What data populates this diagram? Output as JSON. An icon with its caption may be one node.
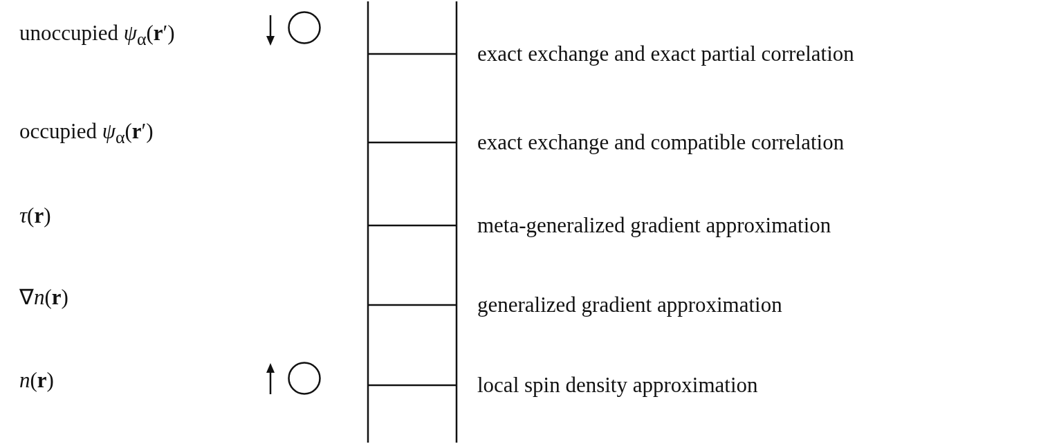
{
  "diagram": {
    "nodes": [
      {
        "text": [],
        "shape": "circle"
      },
      {
        "text": [],
        "shape": "circle"
      }
    ],
    "labels": [
      "unoccupied *ψ*$_{α}$(**r**′)",
      "exact exchange and exact partial correlation",
      "occupied *ψ*$_{α}$(**r**′)",
      "exact exchange and compatible correlation",
      "*τ*(**r**)",
      "meta-generalized gradient approximation",
      "∇*n*(**r**)",
      "generalized gradient approximation",
      "*n*(**r**)",
      "local spin density approximation"
    ]
  }
}
